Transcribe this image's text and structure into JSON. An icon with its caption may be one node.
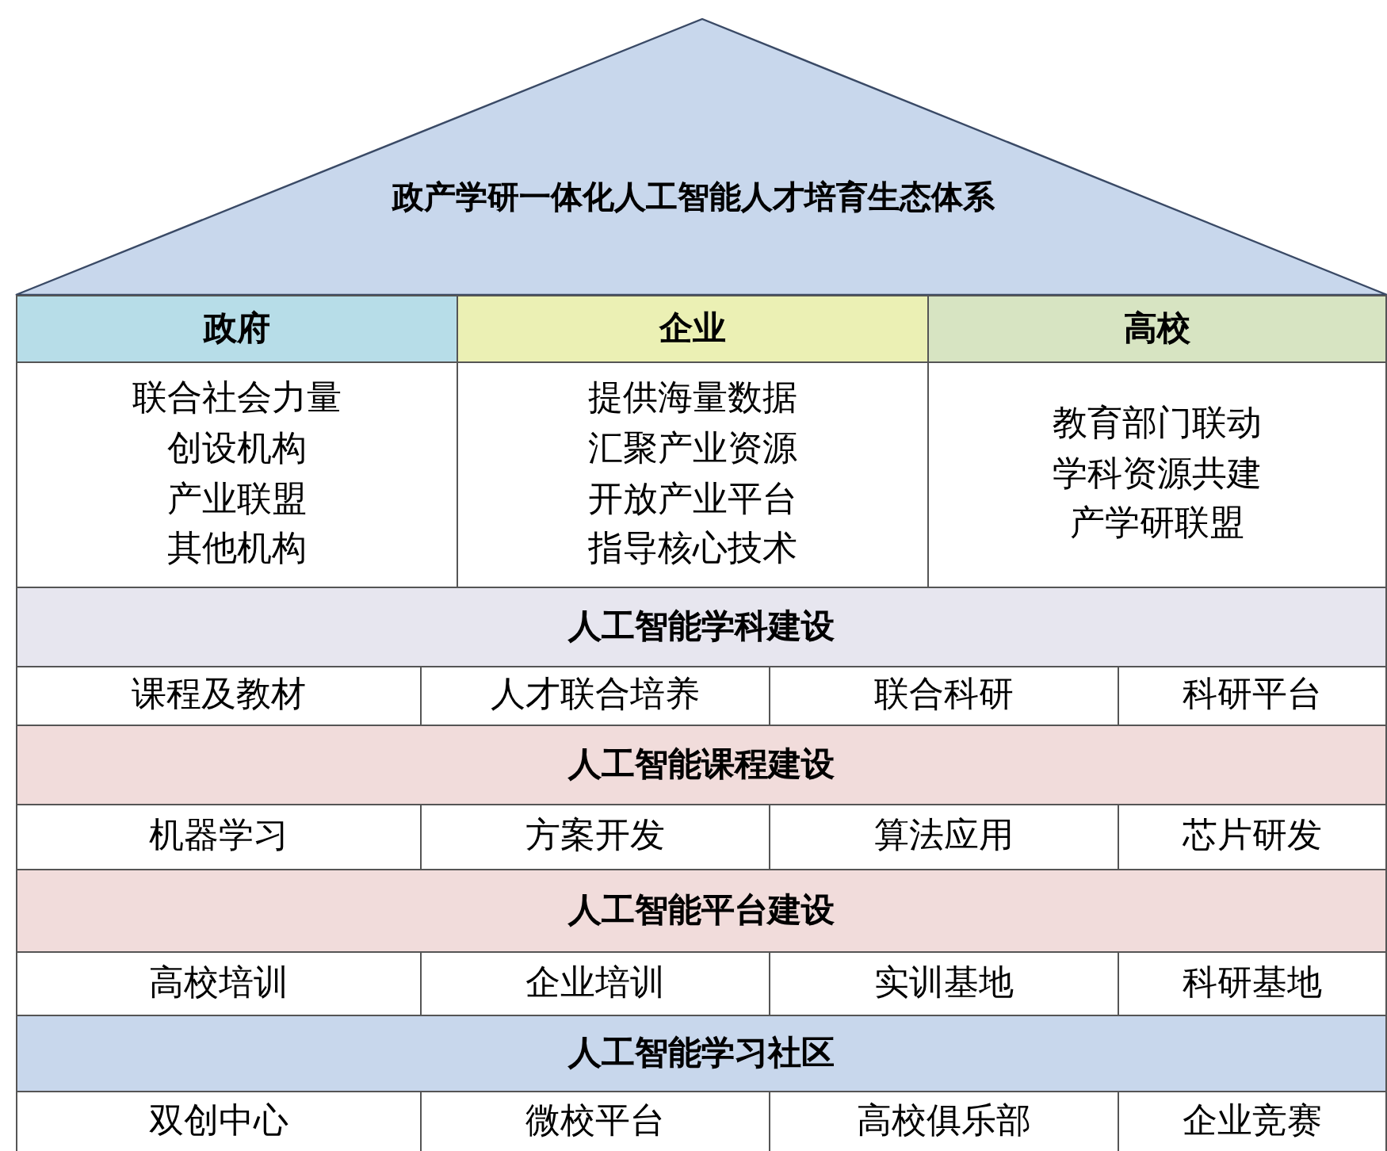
{
  "diagram": {
    "nodes": [
      {
        "text": [
          "政产学研一体化人工智能人才培育生态体系"
        ]
      },
      {
        "text": [
          "政府"
        ]
      },
      {
        "text": [
          "企业"
        ]
      },
      {
        "text": [
          "高校"
        ]
      },
      {
        "text": [
          "联合社会力量",
          "创设机构",
          "产业联盟",
          "其他机构"
        ]
      },
      {
        "text": [
          "提供海量数据",
          "汇聚产业资源",
          "开放产业平台",
          "指导核心技术"
        ]
      },
      {
        "text": [
          "教育部门联动",
          "学科资源共建",
          "产学研联盟"
        ]
      },
      {
        "text": [
          "人工智能学科建设"
        ]
      },
      {
        "text": [
          "课程及教材"
        ]
      },
      {
        "text": [
          "人才联合培养"
        ]
      },
      {
        "text": [
          "联合科研"
        ]
      },
      {
        "text": [
          "科研平台"
        ]
      },
      {
        "text": [
          "人工智能课程建设"
        ]
      },
      {
        "text": [
          "机器学习"
        ]
      },
      {
        "text": [
          "方案开发"
        ]
      },
      {
        "text": [
          "算法应用"
        ]
      },
      {
        "text": [
          "芯片研发"
        ]
      },
      {
        "text": [
          "人工智能平台建设"
        ]
      },
      {
        "text": [
          "高校培训"
        ]
      },
      {
        "text": [
          "企业培训"
        ]
      },
      {
        "text": [
          "实训基地"
        ]
      },
      {
        "text": [
          "科研基地"
        ]
      },
      {
        "text": [
          "人工智能学习社区"
        ]
      },
      {
        "text": [
          "双创中心"
        ]
      },
      {
        "text": [
          "微校平台"
        ]
      },
      {
        "text": [
          "高校俱乐部"
        ]
      },
      {
        "text": [
          "企业竞赛"
        ]
      }
    ]
  }
}
